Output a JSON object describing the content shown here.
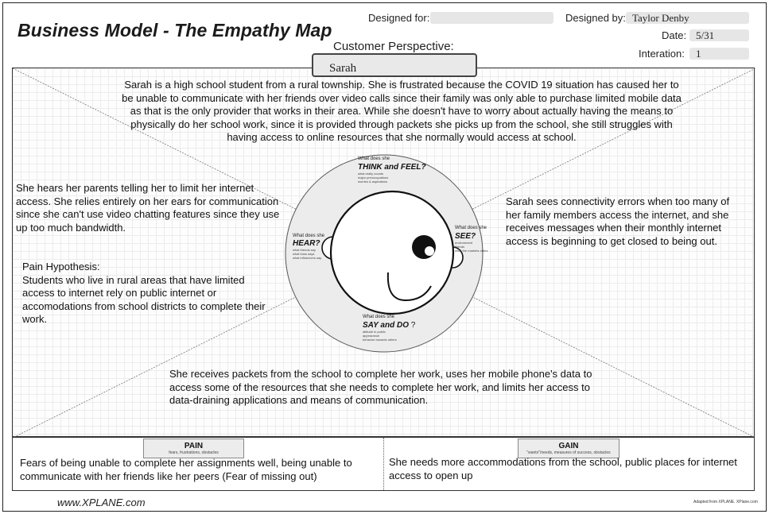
{
  "header": {
    "title": "Business Model - The Empathy Map",
    "designed_for_label": "Designed for:",
    "designed_for_value": "",
    "designed_by_label": "Designed by:",
    "designed_by_value": "Taylor Denby",
    "date_label": "Date:",
    "date_value": "5/31",
    "iteration_label": "Interation:",
    "iteration_value": "1",
    "customer_perspective_label": "Customer Perspective:",
    "customer_perspective_value": "Sarah"
  },
  "map": {
    "intro": "Sarah is a high school student from a rural township. She is frustrated because the COVID 19 situation has caused her to be unable to communicate with her friends over video calls since their family was only able to purchase limited mobile data as that is the only provider that works in their area. While she doesn't have to worry about actually having the means to physically do her school work, since it is provided through packets she picks up from the school, she still struggles with having access to online resources that she normally would access at school.",
    "hear_text": "She hears her parents telling her to limit her internet access. She relies entirely on her ears for communication since she can't use video chatting features since they use up too much bandwidth.",
    "pain_hypothesis_label": "Pain Hypothesis:",
    "pain_hypothesis_text": "Students who live in rural areas that have limited access to internet rely on public internet or accomodations from school districts to complete their work.",
    "see_text": "Sarah sees connectivity errors when too many of her family members access the internet, and she receives messages when their monthly internet access is beginning to get closed to being out.",
    "say_do_text": "She receives packets from the school to complete her work, uses her mobile phone's data to access some of the resources that she needs to complete her work, and limits her access to data-draining applications and means of communication."
  },
  "face": {
    "think": {
      "prompt": "What does she",
      "title": "THINK and FEEL?",
      "hints": [
        "what really counts",
        "major preoccupations",
        "worries & aspirations"
      ]
    },
    "hear": {
      "prompt": "What does she",
      "title": "HEAR?",
      "hints": [
        "what friends say",
        "what boss says",
        "what influencers say"
      ]
    },
    "see": {
      "prompt": "What does she",
      "title": "SEE?",
      "hints": [
        "environment",
        "friends",
        "what the markets offers"
      ]
    },
    "say": {
      "prompt": "What does she",
      "title": "SAY and DO",
      "qmark": "?",
      "hints": [
        "attitude in public",
        "appearance",
        "behavior towards others"
      ]
    }
  },
  "pain": {
    "title": "PAIN",
    "subtitle": "fears, frustrations, obstacles",
    "text": "Fears of being unable to complete her assignments well, being unable to communicate with her friends like her peers (Fear of missing out)"
  },
  "gain": {
    "title": "GAIN",
    "subtitle": "\"wants\"/needs, measures of success, obstacles",
    "text": "She needs more accommodations from the school, public places for internet access to open up"
  },
  "footer": {
    "left": "www.XPLANE.com",
    "right": "Adapted from XPLANE. XPlane.com"
  }
}
